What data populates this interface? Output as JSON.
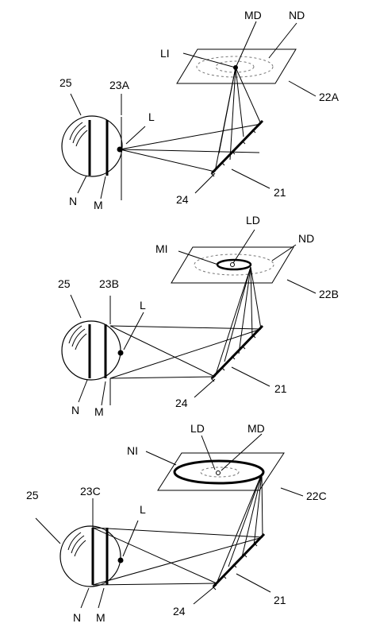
{
  "panels": [
    {
      "labels": {
        "eye": "25",
        "pupil_plane": "23A",
        "lens": "L",
        "n": "N",
        "m": "M",
        "mirror_edge": "24",
        "mirror": "21",
        "screen": "22A",
        "image": "LI",
        "inner": "MD",
        "outer": "ND"
      }
    },
    {
      "labels": {
        "eye": "25",
        "pupil_plane": "23B",
        "lens": "L",
        "n": "N",
        "m": "M",
        "mirror_edge": "24",
        "mirror": "21",
        "screen": "22B",
        "image": "MI",
        "inner": "LD",
        "outer": "ND"
      }
    },
    {
      "labels": {
        "eye": "25",
        "pupil_plane": "23C",
        "lens": "L",
        "n": "N",
        "m": "M",
        "mirror_edge": "24",
        "mirror": "21",
        "screen": "22C",
        "image": "NI",
        "inner": "LD",
        "outer": "MD"
      }
    }
  ],
  "colors": {
    "line": "#000000",
    "dashed": "#777777",
    "background": "#ffffff"
  }
}
